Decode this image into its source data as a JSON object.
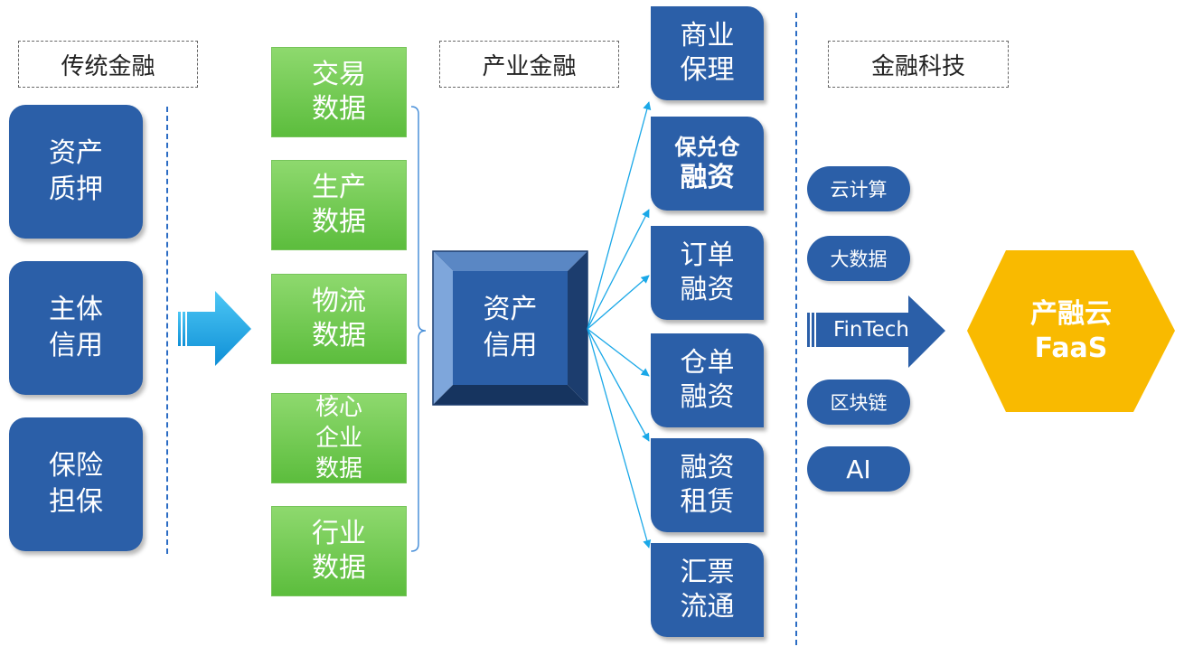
{
  "headers": {
    "traditional": "传统金融",
    "industry": "产业金融",
    "fintech": "金融科技"
  },
  "traditional_items": [
    "资产\n质押",
    "主体\n信用",
    "保险\n担保"
  ],
  "data_items": [
    "交易\n数据",
    "生产\n数据",
    "物流\n数据",
    "核心\n企业\n数据",
    "行业\n数据"
  ],
  "center": {
    "label": "资产\n信用"
  },
  "products": [
    {
      "label": "商业\n保理"
    },
    {
      "line1": "保兑仓",
      "line2": "融资"
    },
    {
      "label": "订单\n融资"
    },
    {
      "label": "仓单\n融资"
    },
    {
      "label": "融资\n租赁"
    },
    {
      "label": "汇票\n流通"
    }
  ],
  "tech": [
    "云计算",
    "大数据",
    "区块链",
    "AI"
  ],
  "fintech_arrow": "FinTech",
  "faas": {
    "line1": "产融云",
    "line2": "FaaS"
  },
  "colors": {
    "blue": "#2b5fa8",
    "green": "#6cc84a",
    "gold": "#f9ba00",
    "arrow_cyan": "#1aa8e8",
    "dash": "#2b6cc4"
  }
}
